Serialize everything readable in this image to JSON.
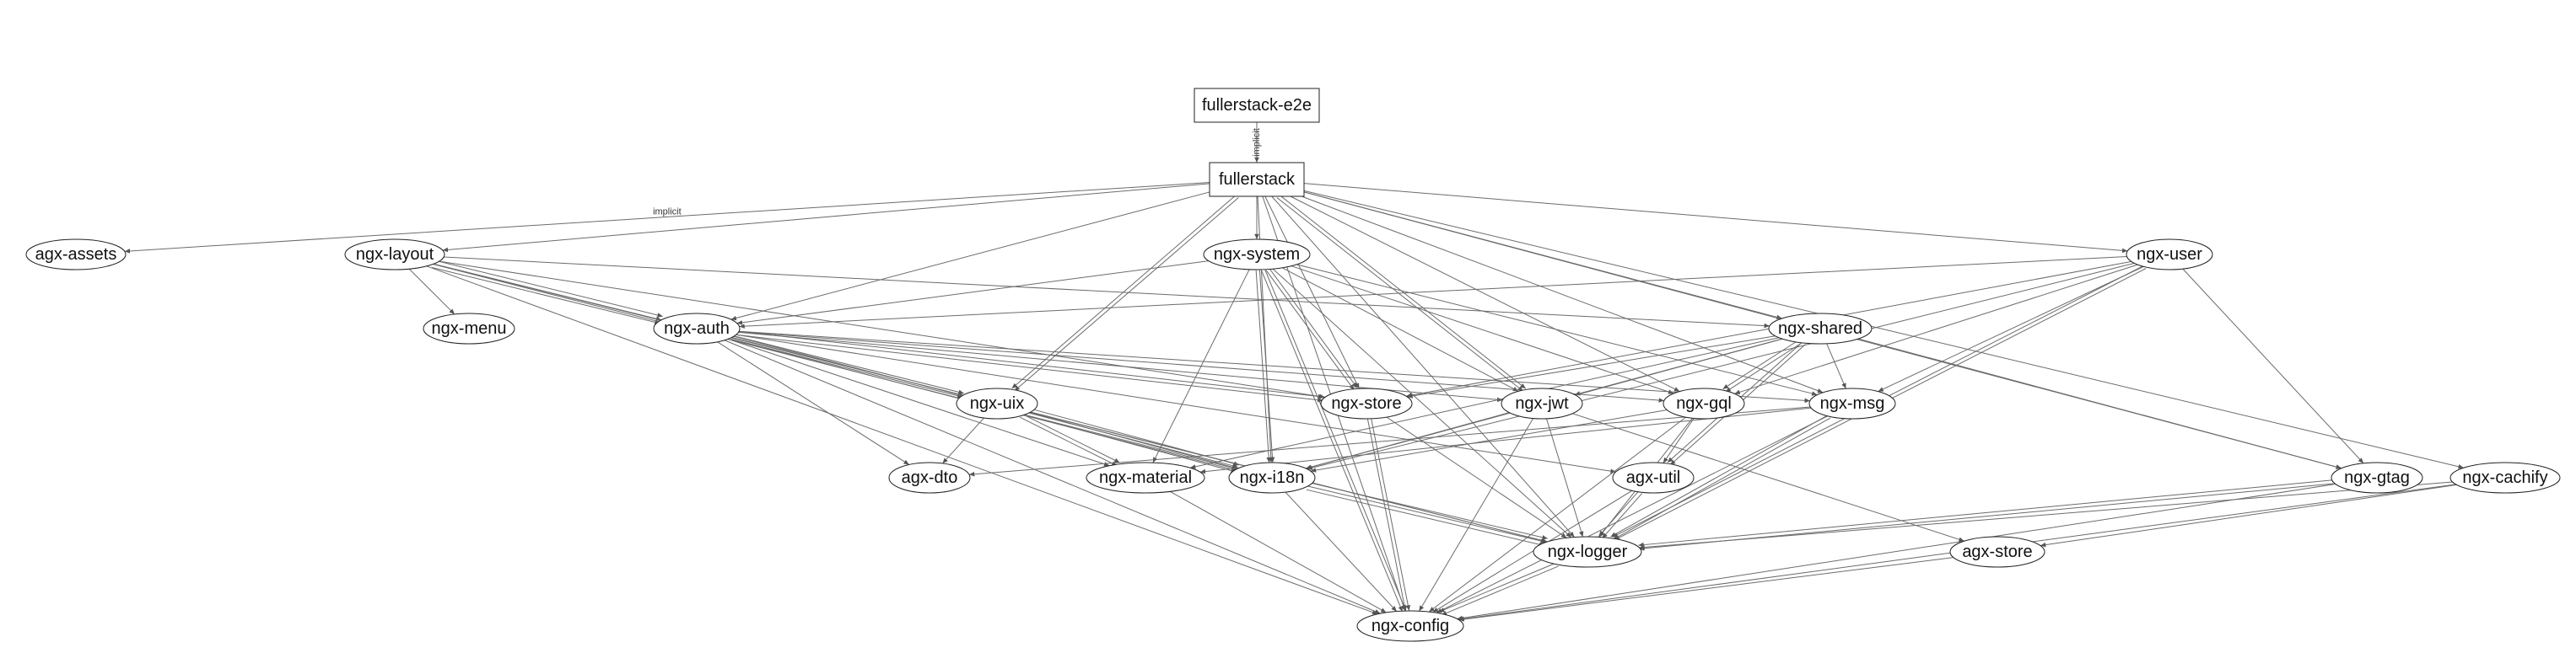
{
  "graph": {
    "colors": {
      "background": "#ffffff",
      "node_border": "#222222",
      "focus_border": "#2b7bb9",
      "focus_text": "#1f5f99",
      "edge": "#6b6b6b",
      "text": "#111111"
    },
    "nodes": [
      {
        "id": "fullerstack-e2e",
        "label": "fullerstack-e2e",
        "shape": "box"
      },
      {
        "id": "fullerstack",
        "label": "fullerstack",
        "shape": "box",
        "focus": true
      },
      {
        "id": "agx-assets",
        "label": "agx-assets",
        "shape": "ellipse"
      },
      {
        "id": "ngx-layout",
        "label": "ngx-layout",
        "shape": "ellipse"
      },
      {
        "id": "ngx-system",
        "label": "ngx-system",
        "shape": "ellipse"
      },
      {
        "id": "ngx-user",
        "label": "ngx-user",
        "shape": "ellipse"
      },
      {
        "id": "ngx-menu",
        "label": "ngx-menu",
        "shape": "ellipse"
      },
      {
        "id": "ngx-auth",
        "label": "ngx-auth",
        "shape": "ellipse"
      },
      {
        "id": "ngx-shared",
        "label": "ngx-shared",
        "shape": "ellipse"
      },
      {
        "id": "ngx-uix",
        "label": "ngx-uix",
        "shape": "ellipse"
      },
      {
        "id": "ngx-store",
        "label": "ngx-store",
        "shape": "ellipse"
      },
      {
        "id": "ngx-jwt",
        "label": "ngx-jwt",
        "shape": "ellipse"
      },
      {
        "id": "ngx-gql",
        "label": "ngx-gql",
        "shape": "ellipse"
      },
      {
        "id": "ngx-msg",
        "label": "ngx-msg",
        "shape": "ellipse"
      },
      {
        "id": "agx-dto",
        "label": "agx-dto",
        "shape": "ellipse"
      },
      {
        "id": "ngx-material",
        "label": "ngx-material",
        "shape": "ellipse"
      },
      {
        "id": "ngx-i18n",
        "label": "ngx-i18n",
        "shape": "ellipse"
      },
      {
        "id": "agx-util",
        "label": "agx-util",
        "shape": "ellipse"
      },
      {
        "id": "ngx-gtag",
        "label": "ngx-gtag",
        "shape": "ellipse"
      },
      {
        "id": "ngx-cachify",
        "label": "ngx-cachify",
        "shape": "ellipse"
      },
      {
        "id": "ngx-logger",
        "label": "ngx-logger",
        "shape": "ellipse"
      },
      {
        "id": "agx-store",
        "label": "agx-store",
        "shape": "ellipse"
      },
      {
        "id": "ngx-config",
        "label": "ngx-config",
        "shape": "ellipse"
      }
    ],
    "edges": [
      {
        "from": "fullerstack-e2e",
        "to": "fullerstack",
        "label": "implicit"
      },
      {
        "from": "fullerstack",
        "to": "agx-assets",
        "label": "implicit"
      },
      {
        "from": "fullerstack",
        "to": "ngx-layout"
      },
      {
        "from": "fullerstack",
        "to": "ngx-system"
      },
      {
        "from": "fullerstack",
        "to": "ngx-user"
      },
      {
        "from": "fullerstack",
        "to": "ngx-auth"
      },
      {
        "from": "fullerstack",
        "to": "ngx-shared"
      },
      {
        "from": "fullerstack",
        "to": "ngx-uix"
      },
      {
        "from": "fullerstack",
        "to": "ngx-uix"
      },
      {
        "from": "fullerstack",
        "to": "ngx-store"
      },
      {
        "from": "fullerstack",
        "to": "ngx-jwt"
      },
      {
        "from": "fullerstack",
        "to": "ngx-jwt"
      },
      {
        "from": "fullerstack",
        "to": "ngx-gql"
      },
      {
        "from": "fullerstack",
        "to": "ngx-msg"
      },
      {
        "from": "fullerstack",
        "to": "ngx-i18n"
      },
      {
        "from": "fullerstack",
        "to": "ngx-logger"
      },
      {
        "from": "fullerstack",
        "to": "ngx-gtag"
      },
      {
        "from": "fullerstack",
        "to": "ngx-cachify"
      },
      {
        "from": "fullerstack",
        "to": "ngx-config"
      },
      {
        "from": "ngx-layout",
        "to": "ngx-menu"
      },
      {
        "from": "ngx-layout",
        "to": "ngx-auth"
      },
      {
        "from": "ngx-layout",
        "to": "ngx-auth"
      },
      {
        "from": "ngx-layout",
        "to": "ngx-auth"
      },
      {
        "from": "ngx-layout",
        "to": "ngx-uix"
      },
      {
        "from": "ngx-layout",
        "to": "ngx-shared"
      },
      {
        "from": "ngx-layout",
        "to": "ngx-store"
      },
      {
        "from": "ngx-layout",
        "to": "ngx-i18n"
      },
      {
        "from": "ngx-layout",
        "to": "ngx-config"
      },
      {
        "from": "ngx-system",
        "to": "ngx-auth"
      },
      {
        "from": "ngx-system",
        "to": "ngx-material"
      },
      {
        "from": "ngx-system",
        "to": "ngx-i18n"
      },
      {
        "from": "ngx-system",
        "to": "ngx-i18n"
      },
      {
        "from": "ngx-system",
        "to": "ngx-store"
      },
      {
        "from": "ngx-system",
        "to": "ngx-store"
      },
      {
        "from": "ngx-system",
        "to": "ngx-jwt"
      },
      {
        "from": "ngx-system",
        "to": "ngx-gql"
      },
      {
        "from": "ngx-system",
        "to": "ngx-msg"
      },
      {
        "from": "ngx-system",
        "to": "ngx-logger"
      },
      {
        "from": "ngx-system",
        "to": "ngx-config"
      },
      {
        "from": "ngx-system",
        "to": "ngx-config"
      },
      {
        "from": "ngx-user",
        "to": "ngx-auth"
      },
      {
        "from": "ngx-user",
        "to": "ngx-store"
      },
      {
        "from": "ngx-user",
        "to": "ngx-gql"
      },
      {
        "from": "ngx-user",
        "to": "ngx-msg"
      },
      {
        "from": "ngx-user",
        "to": "ngx-i18n"
      },
      {
        "from": "ngx-user",
        "to": "ngx-logger"
      },
      {
        "from": "ngx-user",
        "to": "ngx-logger"
      },
      {
        "from": "ngx-user",
        "to": "ngx-gtag"
      },
      {
        "from": "ngx-auth",
        "to": "ngx-uix"
      },
      {
        "from": "ngx-auth",
        "to": "ngx-uix"
      },
      {
        "from": "ngx-auth",
        "to": "ngx-store"
      },
      {
        "from": "ngx-auth",
        "to": "ngx-store"
      },
      {
        "from": "ngx-auth",
        "to": "ngx-jwt"
      },
      {
        "from": "ngx-auth",
        "to": "ngx-gql"
      },
      {
        "from": "ngx-auth",
        "to": "ngx-msg"
      },
      {
        "from": "ngx-auth",
        "to": "agx-dto"
      },
      {
        "from": "ngx-auth",
        "to": "ngx-material"
      },
      {
        "from": "ngx-auth",
        "to": "ngx-i18n"
      },
      {
        "from": "ngx-auth",
        "to": "ngx-i18n"
      },
      {
        "from": "ngx-auth",
        "to": "agx-util"
      },
      {
        "from": "ngx-auth",
        "to": "ngx-logger"
      },
      {
        "from": "ngx-auth",
        "to": "ngx-config"
      },
      {
        "from": "ngx-shared",
        "to": "ngx-store"
      },
      {
        "from": "ngx-shared",
        "to": "ngx-jwt"
      },
      {
        "from": "ngx-shared",
        "to": "ngx-gql"
      },
      {
        "from": "ngx-shared",
        "to": "ngx-gql"
      },
      {
        "from": "ngx-shared",
        "to": "ngx-msg"
      },
      {
        "from": "ngx-shared",
        "to": "agx-util"
      },
      {
        "from": "ngx-shared",
        "to": "agx-util"
      },
      {
        "from": "ngx-shared",
        "to": "ngx-material"
      },
      {
        "from": "ngx-shared",
        "to": "ngx-i18n"
      },
      {
        "from": "ngx-shared",
        "to": "ngx-gtag"
      },
      {
        "from": "ngx-uix",
        "to": "agx-dto"
      },
      {
        "from": "ngx-uix",
        "to": "ngx-material"
      },
      {
        "from": "ngx-uix",
        "to": "ngx-material"
      },
      {
        "from": "ngx-uix",
        "to": "ngx-i18n"
      },
      {
        "from": "ngx-uix",
        "to": "ngx-i18n"
      },
      {
        "from": "ngx-uix",
        "to": "ngx-i18n"
      },
      {
        "from": "ngx-uix",
        "to": "ngx-logger"
      },
      {
        "from": "ngx-store",
        "to": "ngx-logger"
      },
      {
        "from": "ngx-store",
        "to": "ngx-config"
      },
      {
        "from": "ngx-store",
        "to": "ngx-config"
      },
      {
        "from": "ngx-jwt",
        "to": "ngx-i18n"
      },
      {
        "from": "ngx-jwt",
        "to": "ngx-logger"
      },
      {
        "from": "ngx-jwt",
        "to": "ngx-config"
      },
      {
        "from": "ngx-jwt",
        "to": "agx-store"
      },
      {
        "from": "ngx-gql",
        "to": "agx-util"
      },
      {
        "from": "ngx-gql",
        "to": "ngx-logger"
      },
      {
        "from": "ngx-gql",
        "to": "ngx-config"
      },
      {
        "from": "ngx-gql",
        "to": "ngx-i18n"
      },
      {
        "from": "ngx-msg",
        "to": "ngx-material"
      },
      {
        "from": "ngx-msg",
        "to": "agx-dto"
      },
      {
        "from": "ngx-msg",
        "to": "ngx-logger"
      },
      {
        "from": "ngx-msg",
        "to": "ngx-logger"
      },
      {
        "from": "ngx-msg",
        "to": "ngx-config"
      },
      {
        "from": "ngx-material",
        "to": "ngx-config"
      },
      {
        "from": "ngx-i18n",
        "to": "ngx-logger"
      },
      {
        "from": "ngx-i18n",
        "to": "ngx-logger"
      },
      {
        "from": "ngx-i18n",
        "to": "ngx-logger"
      },
      {
        "from": "ngx-i18n",
        "to": "ngx-config"
      },
      {
        "from": "agx-util",
        "to": "ngx-logger"
      },
      {
        "from": "agx-util",
        "to": "ngx-logger"
      },
      {
        "from": "agx-util",
        "to": "ngx-config"
      },
      {
        "from": "ngx-gtag",
        "to": "ngx-logger"
      },
      {
        "from": "ngx-gtag",
        "to": "ngx-logger"
      },
      {
        "from": "ngx-gtag",
        "to": "ngx-config"
      },
      {
        "from": "ngx-cachify",
        "to": "ngx-logger"
      },
      {
        "from": "ngx-cachify",
        "to": "ngx-config"
      },
      {
        "from": "ngx-cachify",
        "to": "agx-store"
      },
      {
        "from": "ngx-logger",
        "to": "ngx-config"
      },
      {
        "from": "ngx-logger",
        "to": "ngx-config"
      },
      {
        "from": "agx-store",
        "to": "ngx-config"
      }
    ]
  }
}
